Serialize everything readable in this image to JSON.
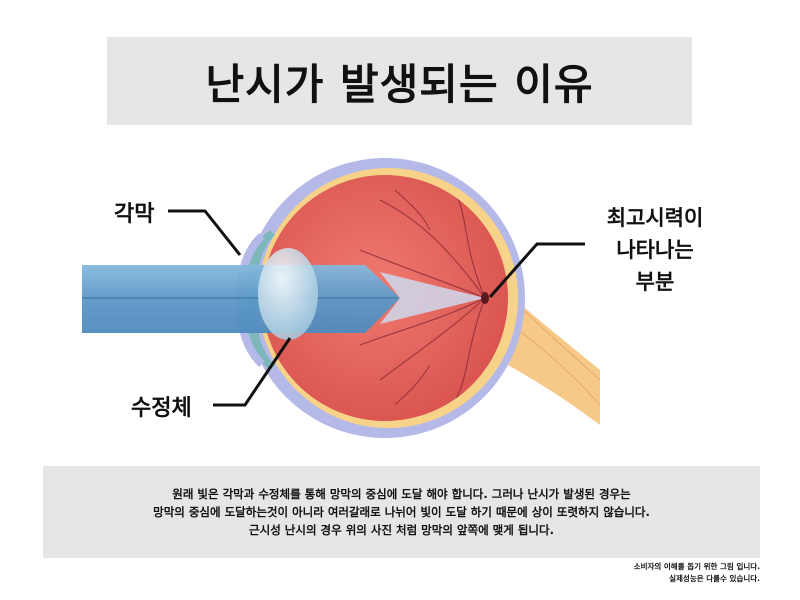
{
  "title": "난시가 발생되는 이유",
  "labels": {
    "cornea": "각막",
    "lens": "수정체",
    "focus_lines": [
      "최고시력이",
      "나타나는",
      "부분"
    ]
  },
  "description": [
    "원래 빛은 각막과 수정체를 통해 망막의 중심에 도달 해야 합니다. 그러나 난시가 발생된 경우는",
    "망막의 중심에 도달하는것이 아니라 여러갈래로 나뉘어 빛이 도달 하기 때문에 상이 또렷하지 않습니다.",
    "근시성 난시의 경우 위의 사진 처럼 망막의 앞쪽에 맺게 됩니다."
  ],
  "footnote": [
    "소비자의 이해를 돕기 위한 그림 입니다.",
    "실제성능은 다를수 있습니다."
  ],
  "colors": {
    "sclera": "#b5b9e8",
    "retina_yellow": "#f7d38a",
    "eyeball": "#e25f58",
    "light_beam": "#6aa3cf",
    "lens": "#cfe6f2",
    "optic_nerve": "#f6c988"
  }
}
